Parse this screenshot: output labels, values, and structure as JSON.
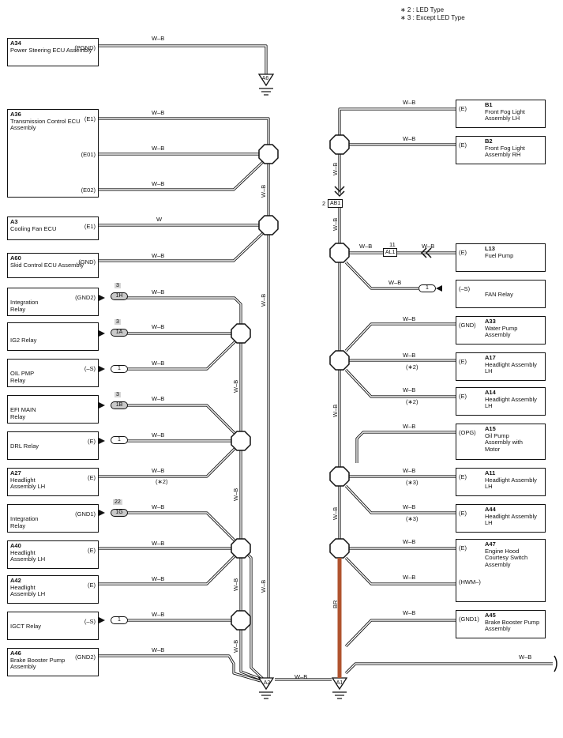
{
  "legend": [
    "∗ 2 : LED Type",
    "∗ 3 : Except LED Type"
  ],
  "wire": {
    "wb": "W–B",
    "w": "W",
    "br": "BR"
  },
  "colors": {
    "wire": "#111111",
    "br_wire": "#b0532e",
    "shade": "#c9c9c9"
  },
  "left_components": [
    {
      "code": "A34",
      "name": "Power Steering ECU Assembly",
      "pin": "(PGND)"
    },
    {
      "code": "A36",
      "name": "Transmission Control ECU Assembly",
      "pins": [
        "(E1)",
        "(E01)",
        "(E02)"
      ]
    },
    {
      "code": "A3",
      "name": "Cooling Fan ECU",
      "pin": "(E1)"
    },
    {
      "code": "A60",
      "name": "Skid Control ECU Assembly",
      "pin": "(GND)"
    },
    {
      "code": "",
      "name": "Integration Relay",
      "pin": "(GND2)",
      "conn": "1H",
      "conn_num": "3"
    },
    {
      "code": "",
      "name": "IG2 Relay",
      "pin": "",
      "conn": "1A",
      "conn_num": "3"
    },
    {
      "code": "",
      "name": "OIL PMP Relay",
      "pin": "(–S)",
      "conn": "1",
      "conn_num": ""
    },
    {
      "code": "",
      "name": "EFI MAIN Relay",
      "pin": "",
      "conn": "1B",
      "conn_num": "3"
    },
    {
      "code": "",
      "name": "DRL Relay",
      "pin": "(E)",
      "conn": "1",
      "conn_num": ""
    },
    {
      "code": "A27",
      "name": "Headlight Assembly LH",
      "pin": "(E)",
      "note": "(∗2)"
    },
    {
      "code": "",
      "name": "Integration Relay",
      "pin": "(GND1)",
      "conn": "1G",
      "conn_num": "22"
    },
    {
      "code": "A40",
      "name": "Headlight Assembly LH",
      "pin": "(E)"
    },
    {
      "code": "A42",
      "name": "Headlight Assembly LH",
      "pin": "(E)"
    },
    {
      "code": "",
      "name": "IGCT Relay",
      "pin": "(–S)",
      "conn": "1",
      "conn_num": ""
    },
    {
      "code": "A46",
      "name": "Brake Booster Pump Assembly",
      "pin": "(GND2)"
    }
  ],
  "right_components": [
    {
      "code": "B1",
      "name": "Front Fog Light Assembly LH",
      "pin": "(E)"
    },
    {
      "code": "B2",
      "name": "Front Fog Light Assembly RH",
      "pin": "(E)"
    },
    {
      "code": "L13",
      "name": "Fuel Pump",
      "pin": "(E)"
    },
    {
      "code": "",
      "name": "FAN Relay",
      "pin": "(–S)",
      "conn": "1"
    },
    {
      "code": "A33",
      "name": "Water Pump Assembly",
      "pin": "(GND)"
    },
    {
      "code": "A17",
      "name": "Headlight Assembly LH",
      "pin": "(E)",
      "note": "(∗2)"
    },
    {
      "code": "A14",
      "name": "Headlight Assembly LH",
      "pin": "(E)",
      "note": "(∗2)"
    },
    {
      "code": "A15",
      "name": "Oil Pump Assembly with Motor",
      "pin": "(OPG)"
    },
    {
      "code": "A11",
      "name": "Headlight Assembly LH",
      "pin": "(E)",
      "note": "(∗3)"
    },
    {
      "code": "A44",
      "name": "Headlight Assembly LH",
      "pin": "(E)",
      "note": "(∗3)"
    },
    {
      "code": "A47",
      "name": "Engine Hood Courtesy Switch Assembly",
      "pin": "(E)",
      "pin2": "(HWM–)"
    },
    {
      "code": "A45",
      "name": "Brake Booster Pump Assembly",
      "pin": "(GND1)"
    }
  ],
  "connectors": {
    "ab1_num": "2",
    "ab1": "AB1",
    "al1_num": "11",
    "al1": "AL1"
  },
  "grounds": {
    "a6": "A6",
    "a2": "A2",
    "a1": "A1"
  }
}
